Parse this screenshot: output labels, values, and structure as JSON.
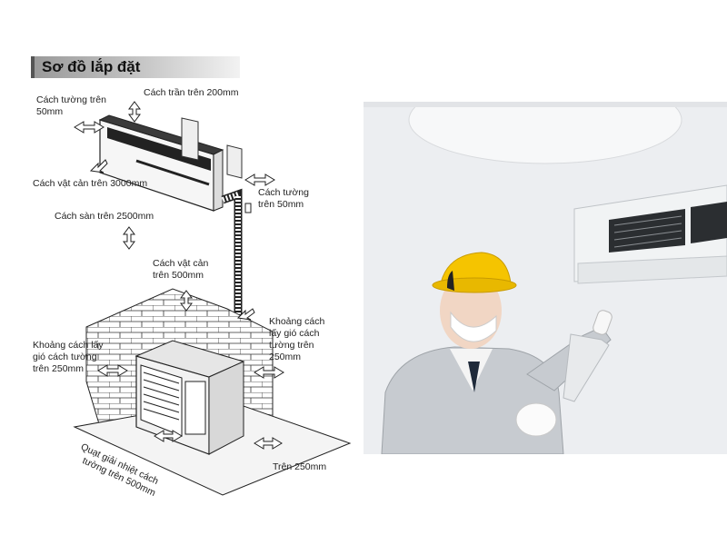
{
  "diagram": {
    "title": "Sơ đồ lắp đặt",
    "labels": {
      "wall_left_1": "Cách tường trên",
      "wall_left_2": "50mm",
      "ceiling": "Cách trần trên 200mm",
      "obstacle_front": "Cách vật cản trên 3000mm",
      "wall_right_1": "Cách tường",
      "wall_right_2": "trên 50mm",
      "floor": "Cách sàn trên 2500mm",
      "obstacle_top_1": "Cách vật cản",
      "obstacle_top_2": "trên 500mm",
      "intake_right_1": "Khoảng cách",
      "intake_right_2": "lấy gió cách",
      "intake_right_3": "tường trên",
      "intake_right_4": "250mm",
      "intake_left_1": "Khoảng cách lấy",
      "intake_left_2": "gió cách tường",
      "intake_left_3": "trên 250mm",
      "fan_1": "Quạt giải nhiệt cách",
      "fan_2": "tường trên 500mm",
      "bottom_right": "Trên 250mm"
    }
  },
  "photo": {
    "subject": "technician-inspecting-indoor-unit",
    "colors": {
      "helmet": "#f5c400",
      "uniform": "#c7cbd0",
      "ac_unit": "#eef0f1",
      "background": "#eaecef"
    }
  }
}
